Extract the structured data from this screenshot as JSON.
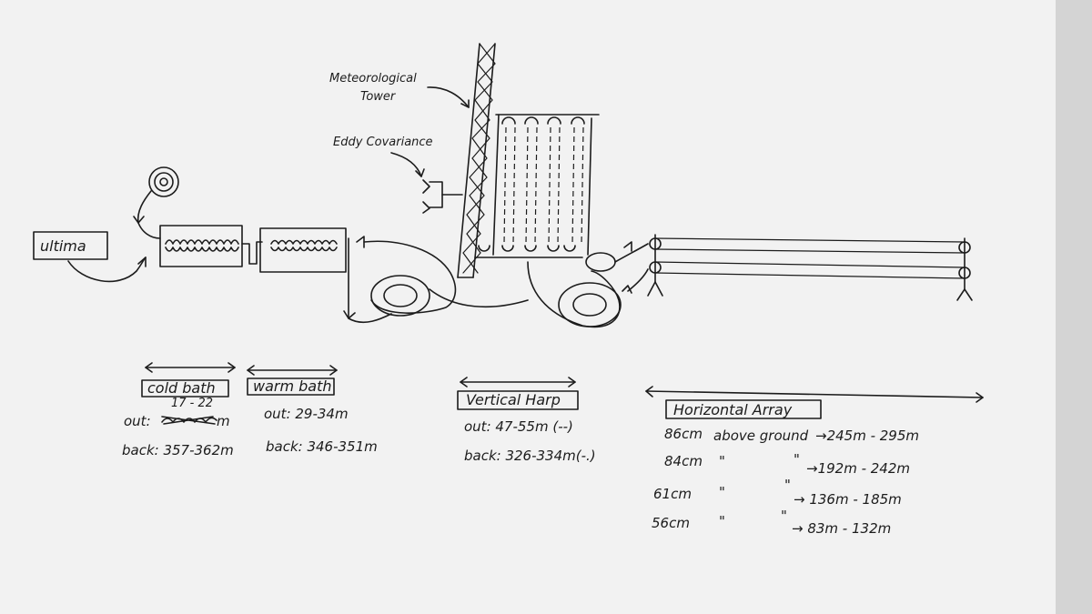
{
  "labels": {
    "ultima": "ultima",
    "met_tower": "Meteorological",
    "met_tower_2": "Tower",
    "eddy": "Eddy Covariance"
  },
  "sections": {
    "cold_bath": {
      "title": "cold bath",
      "out_note": "17 - 22",
      "out_label": "out:",
      "out_value_suffix": "m",
      "back": "back: 357-362m"
    },
    "warm_bath": {
      "title": "warm bath",
      "out": "out: 29-34m",
      "back": "back: 346-351m"
    },
    "vertical_harp": {
      "title": "Vertical Harp",
      "out": "out: 47-55m (--)",
      "back": "back: 326-334m(-.)"
    },
    "horizontal_array": {
      "title": "Horizontal Array",
      "rows": [
        {
          "height": "86cm",
          "desc": "above ground",
          "range": "→245m - 295m"
        },
        {
          "height": "84cm",
          "desc": "\"",
          "mark": "\"",
          "range": "→192m - 242m"
        },
        {
          "height": "61cm",
          "desc": "\"",
          "mark": "\"",
          "range": "→ 136m - 185m"
        },
        {
          "height": "56cm",
          "desc": "\"",
          "mark": "\"",
          "range": "→ 83m - 132m"
        }
      ]
    }
  }
}
